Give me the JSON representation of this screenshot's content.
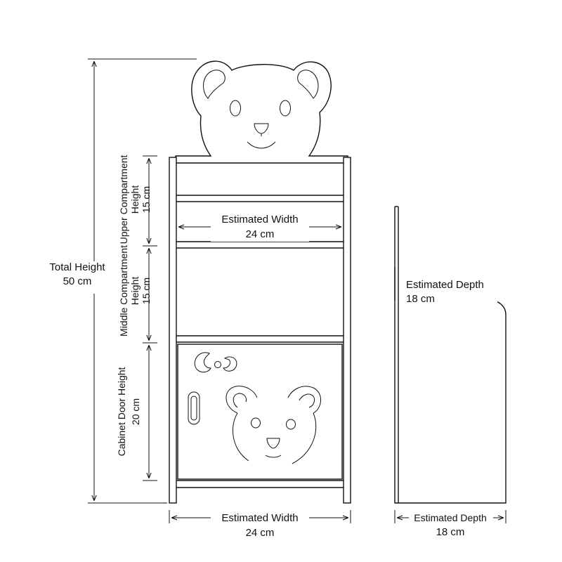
{
  "total_height": {
    "label": "Total Height",
    "value": "50 cm"
  },
  "upper_compartment": {
    "label": "Upper Compartment",
    "label2": "Height",
    "value": "15 cm"
  },
  "middle_compartment": {
    "label": "Middle Compartment",
    "label2": "Height",
    "value": "15 cm"
  },
  "cabinet_door": {
    "label": "Cabinet Door Height",
    "value": "20 cm"
  },
  "inner_width": {
    "label": "Estimated Width",
    "value": "24 cm"
  },
  "bottom_width": {
    "label": "Estimated Width",
    "value": "24 cm"
  },
  "side_depth": {
    "label": "Estimated Depth",
    "value": "18 cm"
  },
  "bottom_depth": {
    "label": "Estimated Depth",
    "value": "18 cm"
  },
  "colors": {
    "line": "#111111",
    "background": "#ffffff"
  },
  "icons": [
    "bear-head-icon",
    "bow-icon",
    "door-handle-icon"
  ]
}
